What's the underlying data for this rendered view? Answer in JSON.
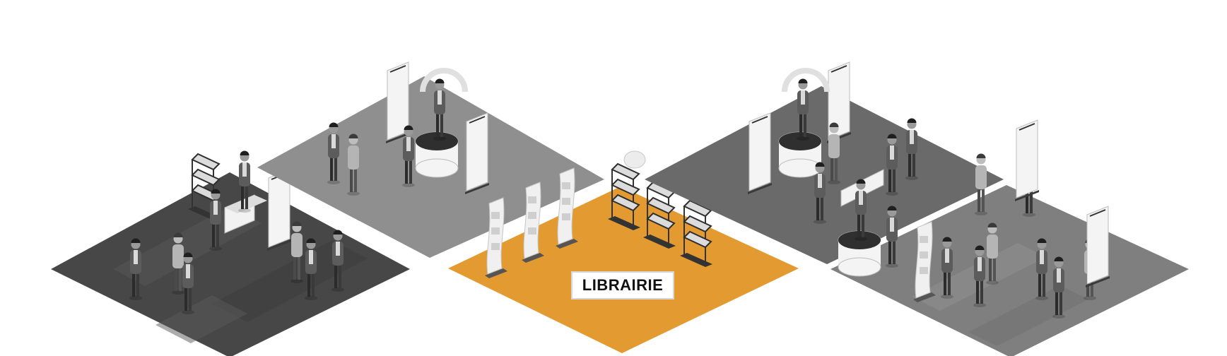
{
  "zones": [
    {
      "id": "bottom-left",
      "color": "#474747"
    },
    {
      "id": "top-left",
      "color": "#8f8f8f"
    },
    {
      "id": "librairie",
      "label": "LIBRAIRIE",
      "color": "#e39a31"
    },
    {
      "id": "top-right",
      "color": "#6a6a6a"
    },
    {
      "id": "bottom-right",
      "color": "#7f7f7f"
    }
  ],
  "colors": {
    "background": "#ffffff",
    "figure_dark": "#2b2b2b",
    "figure_mid": "#6b6b6b",
    "display_white": "#f4f4f4",
    "rack_dark": "#3a3a3a"
  }
}
